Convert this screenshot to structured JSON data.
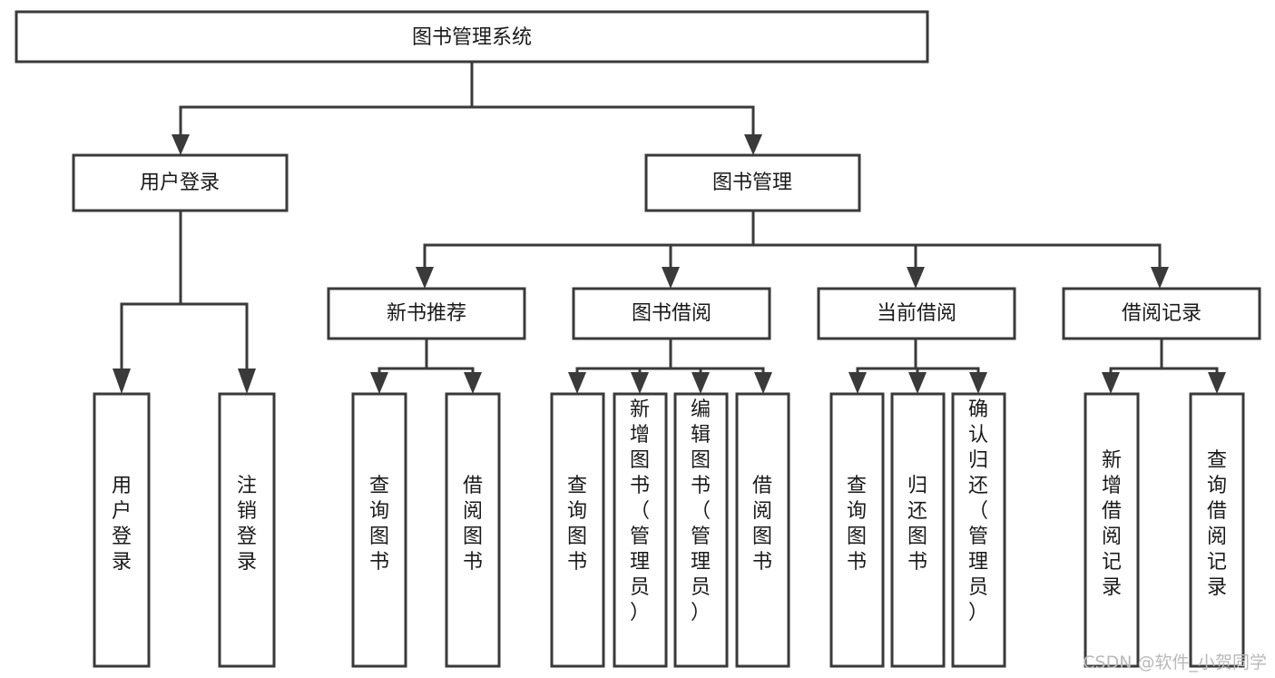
{
  "diagram": {
    "title": "图书管理系统",
    "type": "tree-hierarchy-chart",
    "orientation": "top-down",
    "style": {
      "box_fill": "#ffffff",
      "box_stroke": "#3a3a3a",
      "connector_color": "#3a3a3a",
      "text_color": "#1a1a1a",
      "background": "#ffffff",
      "watermark_color": "#b9b9b9"
    },
    "root": {
      "label": "图书管理系统",
      "orientation": "horizontal"
    },
    "level1": [
      {
        "label": "用户登录",
        "orientation": "horizontal"
      },
      {
        "label": "图书管理",
        "orientation": "horizontal"
      }
    ],
    "level2": [
      {
        "label": "新书推荐",
        "orientation": "horizontal"
      },
      {
        "label": "图书借阅",
        "orientation": "horizontal"
      },
      {
        "label": "当前借阅",
        "orientation": "horizontal"
      },
      {
        "label": "借阅记录",
        "orientation": "horizontal"
      }
    ],
    "leaves": {
      "user_login": [
        {
          "label": "用户登录",
          "orientation": "vertical"
        },
        {
          "label": "注销登录",
          "orientation": "vertical"
        }
      ],
      "new_book_recommend": [
        {
          "label": "查询图书",
          "orientation": "vertical"
        },
        {
          "label": "借阅图书",
          "orientation": "vertical"
        }
      ],
      "book_borrow": [
        {
          "label": "查询图书",
          "orientation": "vertical"
        },
        {
          "label": "新增图书（管理员）",
          "orientation": "vertical"
        },
        {
          "label": "编辑图书（管理员）",
          "orientation": "vertical"
        },
        {
          "label": "借阅图书",
          "orientation": "vertical"
        }
      ],
      "current_borrow": [
        {
          "label": "查询图书",
          "orientation": "vertical"
        },
        {
          "label": "归还图书",
          "orientation": "vertical"
        },
        {
          "label": "确认归还（管理员）",
          "orientation": "vertical"
        }
      ],
      "borrow_record": [
        {
          "label": "新增借阅记录",
          "orientation": "vertical"
        },
        {
          "label": "查询借阅记录",
          "orientation": "vertical"
        }
      ]
    }
  },
  "watermark": {
    "text": "CSDN @软件_小贺同学"
  }
}
